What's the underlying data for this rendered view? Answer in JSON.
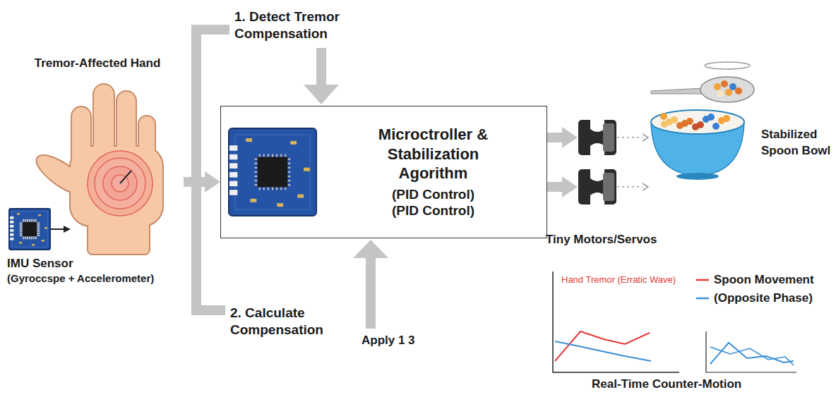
{
  "diagram": {
    "nodes": [
      {
        "text": [
          "Tremor-Affected Hand"
        ]
      },
      {
        "text": [
          "IMU Sensor",
          "(Gyroccspe + Accelerometer)"
        ]
      },
      {
        "text": [
          "Microctroller & Stabilization Agorithm",
          "(PID Control)",
          "(PID Control)"
        ]
      },
      {
        "text": [
          "Tiny Motors/Servos"
        ]
      },
      {
        "text": [
          "Stabilized Spoon Bowl"
        ]
      }
    ],
    "edges": [
      {
        "from": 1,
        "to": 0,
        "arrow": "to"
      },
      {
        "from": 0,
        "to": 2,
        "arrow": "to"
      },
      {
        "from": 2,
        "to": 3,
        "arrow": "to"
      },
      {
        "from": 2,
        "to": 3,
        "arrow": "to"
      },
      {
        "from": 3,
        "to": 4,
        "arrow": "to"
      },
      {
        "from": 3,
        "to": 4,
        "arrow": "to"
      }
    ],
    "labels": [
      "1. Detect Tremor Compensation",
      "2. Calculate Compensation",
      "Apply 1 3",
      "Hand Tremor (Erratic Wave)",
      "Real-Time Counter-Motion"
    ],
    "legend": [
      {
        "text": "Spoon Movement"
      },
      {
        "text": "(Opposite Phase)"
      }
    ]
  }
}
